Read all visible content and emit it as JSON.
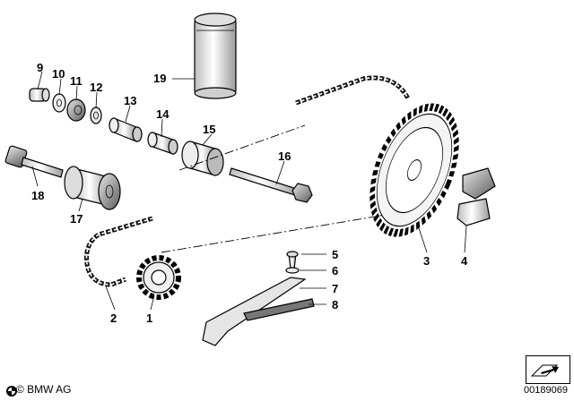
{
  "callouts": {
    "c1": "1",
    "c2": "2",
    "c3": "3",
    "c4": "4",
    "c5": "5",
    "c6": "6",
    "c7": "7",
    "c8": "8",
    "c9": "9",
    "c10": "10",
    "c11": "11",
    "c12": "12",
    "c13": "13",
    "c14": "14",
    "c15": "15",
    "c16": "16",
    "c17": "17",
    "c18": "18",
    "c19": "19"
  },
  "footer": {
    "copyright": "© BMW AG",
    "document_number": "00189069"
  },
  "icons": {
    "brand_logo": "bmw-roundel-icon",
    "nav": "arrow-icon"
  }
}
